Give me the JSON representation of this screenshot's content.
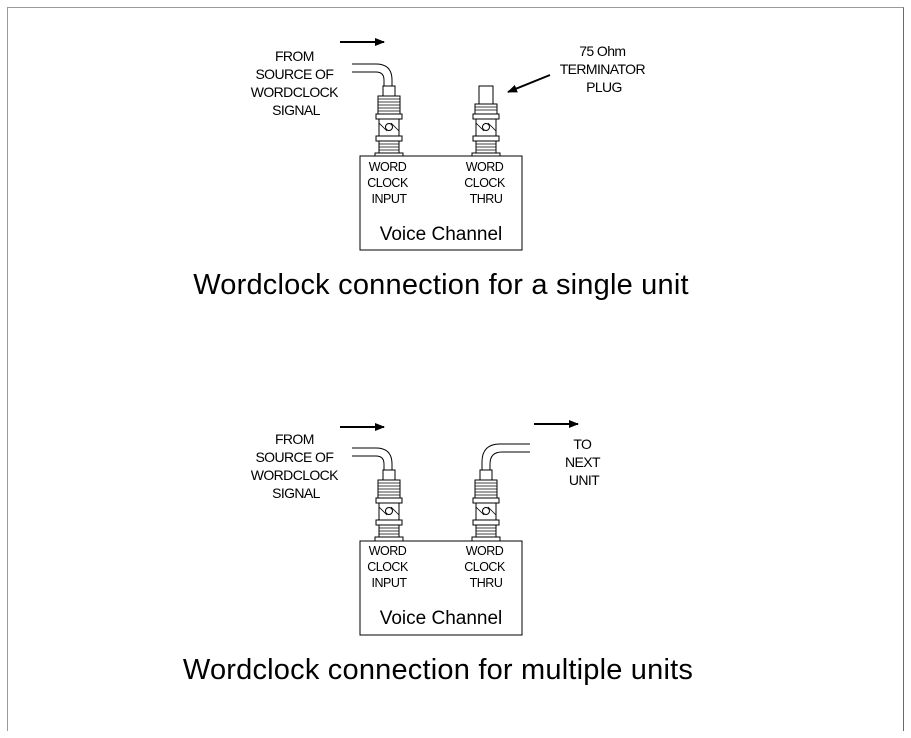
{
  "single": {
    "source_label": [
      "FROM",
      "SOURCE OF",
      "WORDCLOCK",
      "SIGNAL"
    ],
    "terminator_label": [
      "75 Ohm",
      "TERMINATOR",
      "PLUG"
    ],
    "input_label": [
      "WORD",
      "CLOCK",
      "INPUT"
    ],
    "thru_label": [
      "WORD",
      "CLOCK",
      "THRU"
    ],
    "unit_name": "Voice Channel",
    "caption": "Wordclock connection for a single unit"
  },
  "multiple": {
    "source_label": [
      "FROM",
      "SOURCE OF",
      "WORDCLOCK",
      "SIGNAL"
    ],
    "next_label": [
      "TO",
      "NEXT",
      "UNIT"
    ],
    "input_label": [
      "WORD",
      "CLOCK",
      "INPUT"
    ],
    "thru_label": [
      "WORD",
      "CLOCK",
      "THRU"
    ],
    "unit_name": "Voice Channel",
    "caption": "Wordclock connection for multiple units"
  },
  "colors": {
    "line": "#000000",
    "frame": "#8a8a8a",
    "connector_fill": "#ffffff"
  }
}
